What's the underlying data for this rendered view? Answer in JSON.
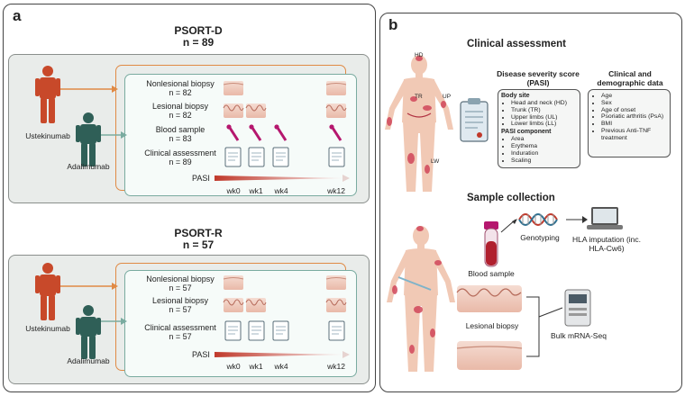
{
  "panel_a": {
    "letter": "a",
    "psort_d": {
      "title": "PSORT-D",
      "n": "n = 89",
      "ustekinumab": "Ustekinumab",
      "adalimumab": "Adalimumab",
      "rows": [
        {
          "label": "Nonlesional biopsy",
          "n": "n = 82"
        },
        {
          "label": "Lesional biopsy",
          "n": "n = 82"
        },
        {
          "label": "Blood sample",
          "n": "n = 83"
        },
        {
          "label": "Clinical assessment",
          "n": "n = 89"
        }
      ],
      "pasi": "PASI",
      "ticks": [
        "wk0",
        "wk1",
        "wk4",
        "wk12"
      ]
    },
    "psort_r": {
      "title": "PSORT-R",
      "n": "n = 57",
      "ustekinumab": "Ustekinumab",
      "adalimumab": "Adalimumab",
      "rows": [
        {
          "label": "Nonlesional biopsy",
          "n": "n = 57"
        },
        {
          "label": "Lesional biopsy",
          "n": "n = 57"
        },
        {
          "label": "Clinical assessment",
          "n": "n = 57"
        }
      ],
      "pasi": "PASI",
      "ticks": [
        "wk0",
        "wk1",
        "wk4",
        "wk12"
      ]
    }
  },
  "panel_b": {
    "letter": "b",
    "clinical_assessment": "Clinical assessment",
    "body_sites": {
      "hd": "HD",
      "tr": "TR",
      "up": "UP",
      "lw": "LW"
    },
    "severity": {
      "title": "Disease severity score (PASI)",
      "body_site_heading": "Body site",
      "body_sites": [
        "Head and neck (HD)",
        "Trunk (TR)",
        "Upper limbs (UL)",
        "Lower limbs (LL)"
      ],
      "component_heading": "PASI component",
      "components": [
        "Area",
        "Erythema",
        "Induration",
        "Scaling"
      ]
    },
    "demographic": {
      "title": "Clinical and demographic data",
      "items": [
        "Age",
        "Sex",
        "Age of onset",
        "Psoriatic arthritis (PsA)",
        "BMI",
        "Previous Anti-TNF treatment"
      ]
    },
    "sample_collection": "Sample collection",
    "blood_sample": "Blood sample",
    "genotyping": "Genotyping",
    "hla_imputation": "HLA imputation (inc. HLA-Cw6)",
    "lesional_biopsy": "Lesional biopsy",
    "bulk_mrna": "Bulk mRNA-Seq"
  },
  "colors": {
    "ustekinumab": "#c8492a",
    "adalimumab": "#2f5f57",
    "lesion": "#c0392b",
    "skin": "#f1c9b5",
    "orange_border": "#e08a45",
    "green_border": "#7aaba0",
    "tube": "#b5176e"
  }
}
